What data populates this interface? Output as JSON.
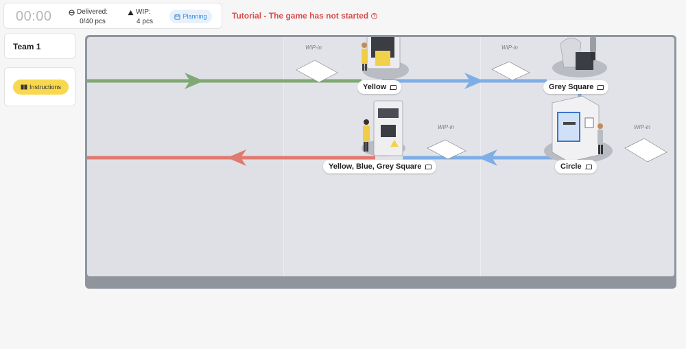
{
  "stats": {
    "timer": "00:00",
    "delivered_label": "Delivered:",
    "delivered_value": "0/40 pcs",
    "wip_label": "WIP:",
    "wip_value": "4 pcs",
    "planning_label": "Planning"
  },
  "status": {
    "text": "Tutorial - The game has not started"
  },
  "team": {
    "name": "Team 1"
  },
  "sidebar": {
    "instructions_label": "Instructions"
  },
  "factory": {
    "wip_labels": [
      "WIP-in",
      "WIP-in",
      "WIP-in",
      "WIP-in"
    ],
    "stations": [
      {
        "name": "Yellow",
        "icon": "laptop-icon"
      },
      {
        "name": "Grey Square",
        "icon": "laptop-icon"
      },
      {
        "name": "Yellow, Blue, Grey Square",
        "icon": "laptop-icon"
      },
      {
        "name": "Circle",
        "icon": "laptop-icon"
      }
    ]
  },
  "colors": {
    "inflow": "#7fa874",
    "transfer": "#7eaee6",
    "outflow": "#e07a70",
    "status": "#d84c4c",
    "accent_yellow": "#f8d84e",
    "planning_blue": "#3b87d8"
  }
}
